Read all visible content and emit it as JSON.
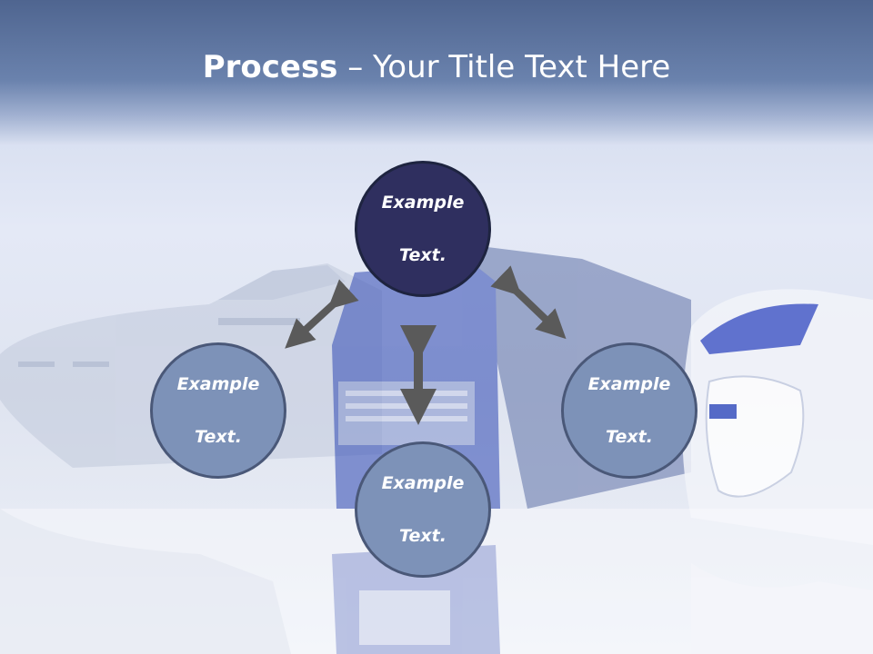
{
  "slide": {
    "title_bold": "Process",
    "title_rest": " – Your Title Text Here"
  },
  "nodes": {
    "top": {
      "line1": "Example",
      "line2": "Text."
    },
    "left": {
      "line1": "Example",
      "line2": "Text."
    },
    "right": {
      "line1": "Example",
      "line2": "Text."
    },
    "bottom": {
      "line1": "Example",
      "line2": "Text."
    }
  },
  "colors": {
    "accent_dark": "#2f2f5f",
    "node_fill": "#7d92b8",
    "arrow": "#5a5a5a",
    "header": "#5a6f9a"
  },
  "background": {
    "icon": "transport-vehicles-illustration"
  }
}
